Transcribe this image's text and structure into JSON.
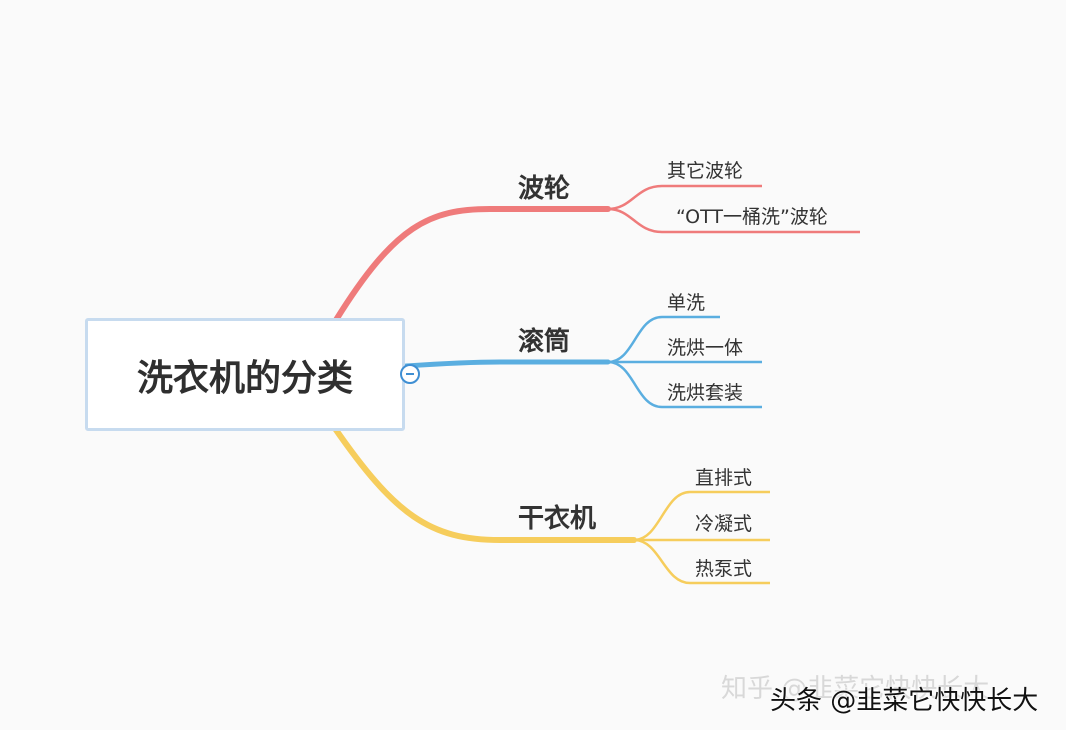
{
  "root": {
    "label": "洗衣机的分类"
  },
  "branches": [
    {
      "label": "波轮",
      "color": "#ef7b7b",
      "leaves": [
        "其它波轮",
        "“OTT一桶洗”波轮"
      ]
    },
    {
      "label": "滚筒",
      "color": "#5aaee0",
      "leaves": [
        "单洗",
        "洗烘一体",
        "洗烘套装"
      ]
    },
    {
      "label": "干衣机",
      "color": "#f6cd5c",
      "leaves": [
        "直排式",
        "冷凝式",
        "热泵式"
      ]
    }
  ],
  "watermarks": {
    "faded": "知乎 @韭菜它快快长大",
    "dark": "头条 @韭菜它快快长大"
  }
}
